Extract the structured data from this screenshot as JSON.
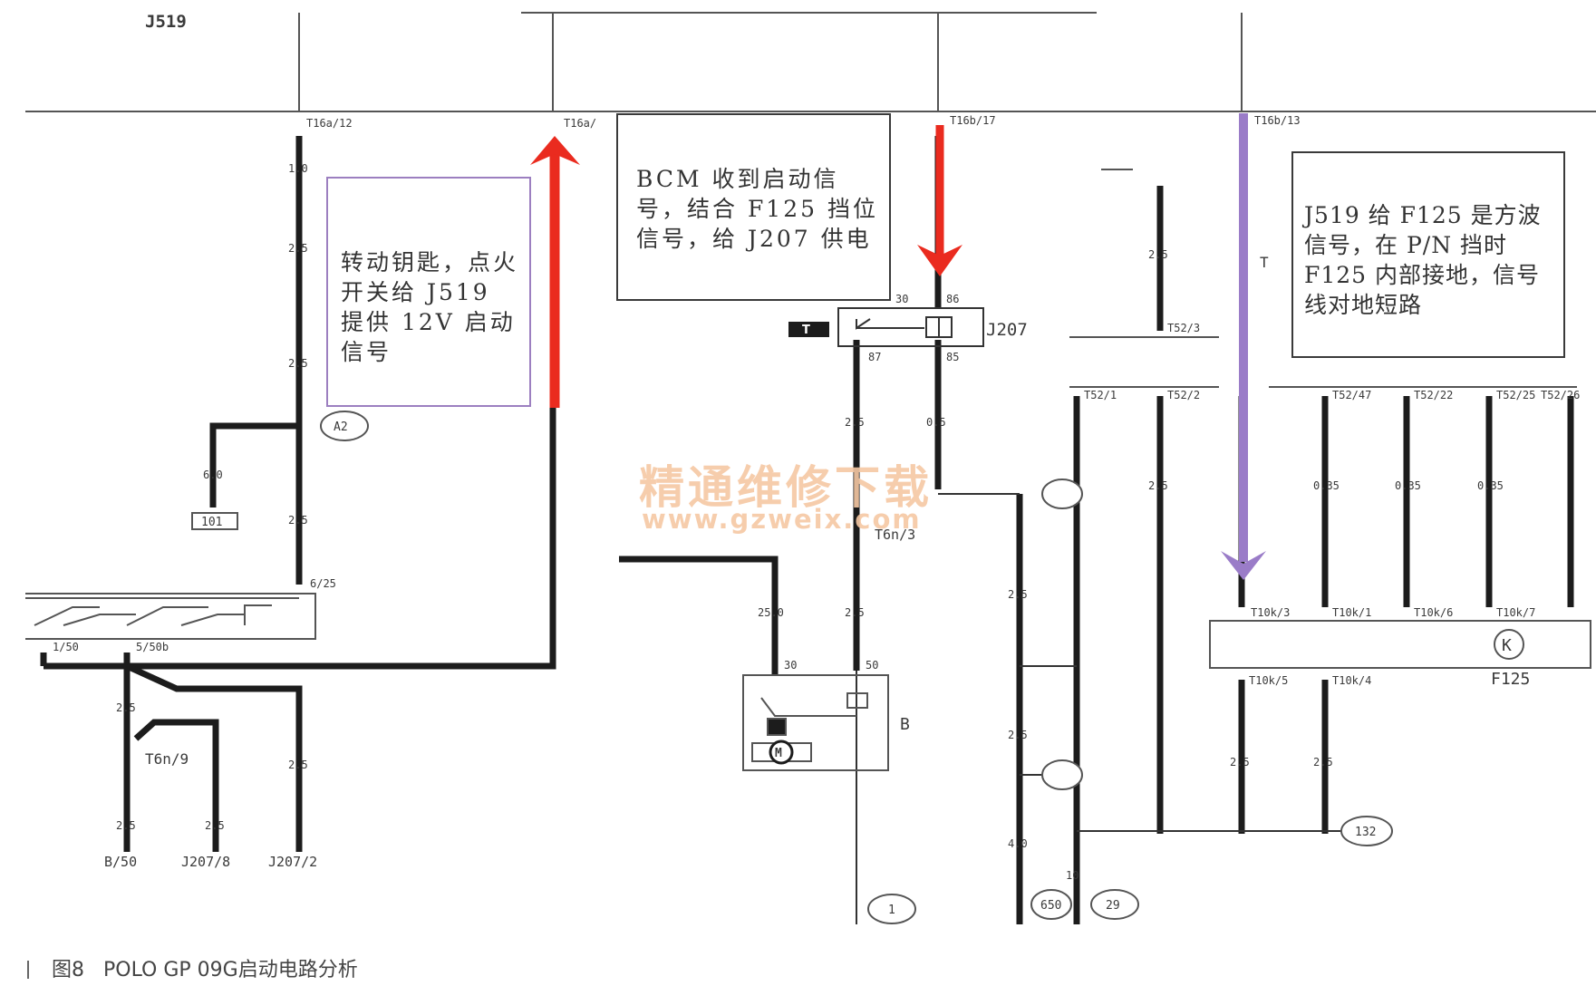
{
  "colors": {
    "wire": "#1c1c1c",
    "frame": "#555555",
    "signal_arrow": "#ea2b1f",
    "square_wave_arrow": "#9a7cc8",
    "watermark": "#f6c8a4"
  },
  "notes": {
    "ignition": "转动钥匙，点火开关给 J519 提供 12V 启动信号",
    "bcm": "BCM 收到启动信号，结合 F125 挡位信号，给 J207 供电",
    "j519": "J519 给 F125 是方波信号，在 P/N 挡时 F125 内部接地，信号线对地短路"
  },
  "components": {
    "j519": "J519",
    "j207": "J207",
    "starter": "B",
    "f125": "F125",
    "f125_symbol": "K",
    "relay_tag": "T",
    "motor": "M"
  },
  "terminals": {
    "t1": "T16a/12",
    "t2": "T16a/",
    "t3": "T16b/17",
    "t4": "T16b/13",
    "t5": "T52/3",
    "t6": "T52/1",
    "t7": "T52/2",
    "t8": "T52/47",
    "t9": "T52/22",
    "t10": "T52/25",
    "t11": "T52/26",
    "t12": "T10k/3",
    "t13": "T10k/1",
    "t14": "T10k/6",
    "t15": "T10k/7",
    "t16": "T10k/5",
    "t17": "T10k/4",
    "t18": "T6n/3",
    "t19": "T6n/9",
    "j207_86": "86",
    "j207_85": "85",
    "j207_87": "87",
    "j207_30": "30",
    "b30": "30",
    "b50": "50",
    "term_6_25": "6/25",
    "term_1_50": "1/50",
    "term_5_50b": "5/50b",
    "t_left": "T"
  },
  "connectors": {
    "a2": "A2",
    "ground_101": "101",
    "ground_132": "132",
    "ground_29": "29",
    "ground_650": "650",
    "ground_1": "1"
  },
  "bottom_labels": {
    "b50": "B/50",
    "j207_8": "J207/8",
    "j207_2": "J207/2"
  },
  "wire_sizes": {
    "s1": "1.0",
    "s2": "2.5",
    "s3": "6.0",
    "s4": "25.0",
    "s5": "0.5",
    "s6": "4.0",
    "s7": "10",
    "s8": "0.35"
  },
  "watermark": {
    "cn": "精通维修下载",
    "url": "www.gzweix.com"
  },
  "caption": {
    "figure": "图8",
    "text": "POLO GP 09G启动电路分析"
  }
}
